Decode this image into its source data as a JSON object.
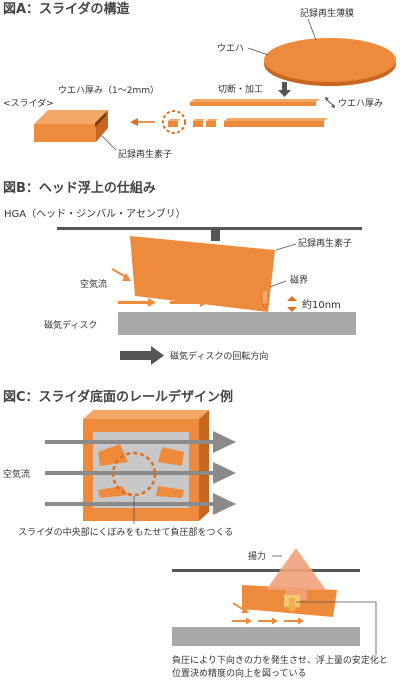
{
  "section_a": {
    "title": "図A：スライダの構造",
    "film_label": "記録再生薄膜",
    "wafer_label": "ウエハ",
    "process_label": "切断・加工",
    "wafer_thickness_right": "ウエハ厚み",
    "wafer_thickness_left": "ウエハ厚み（1～2mm）",
    "slider_label": "<スライダ>",
    "element_label": "記録再生素子"
  },
  "section_b": {
    "title": "図B：ヘッド浮上の仕組み",
    "hga_label": "HGA（ヘッド・ジンバル・アセンブリ）",
    "element_label": "記録再生素子",
    "airflow_label": "空気流",
    "field_label": "磁界",
    "gap_label": "約10nm",
    "disk_label": "磁気ディスク",
    "rotation_label": "磁気ディスクの回転方向"
  },
  "section_c": {
    "title": "図C：スライダ底面のレールデザイン例",
    "airflow_label": "空気流",
    "caption1": "スライダの中央部にくぼみをもたせて負圧部をつくる",
    "lift_label": "揚力",
    "caption2_line1": "負圧により下向きの力を発生させ、浮上量の安定化と",
    "caption2_line2": "位置決め精度の向上を図っている"
  },
  "colors": {
    "orange": "#ee8a3c",
    "orange_dark": "#d9701f",
    "orange_light": "#f3a868",
    "gray": "#a9a9a9",
    "dark": "#555555",
    "rail": "#c8c8c8"
  }
}
